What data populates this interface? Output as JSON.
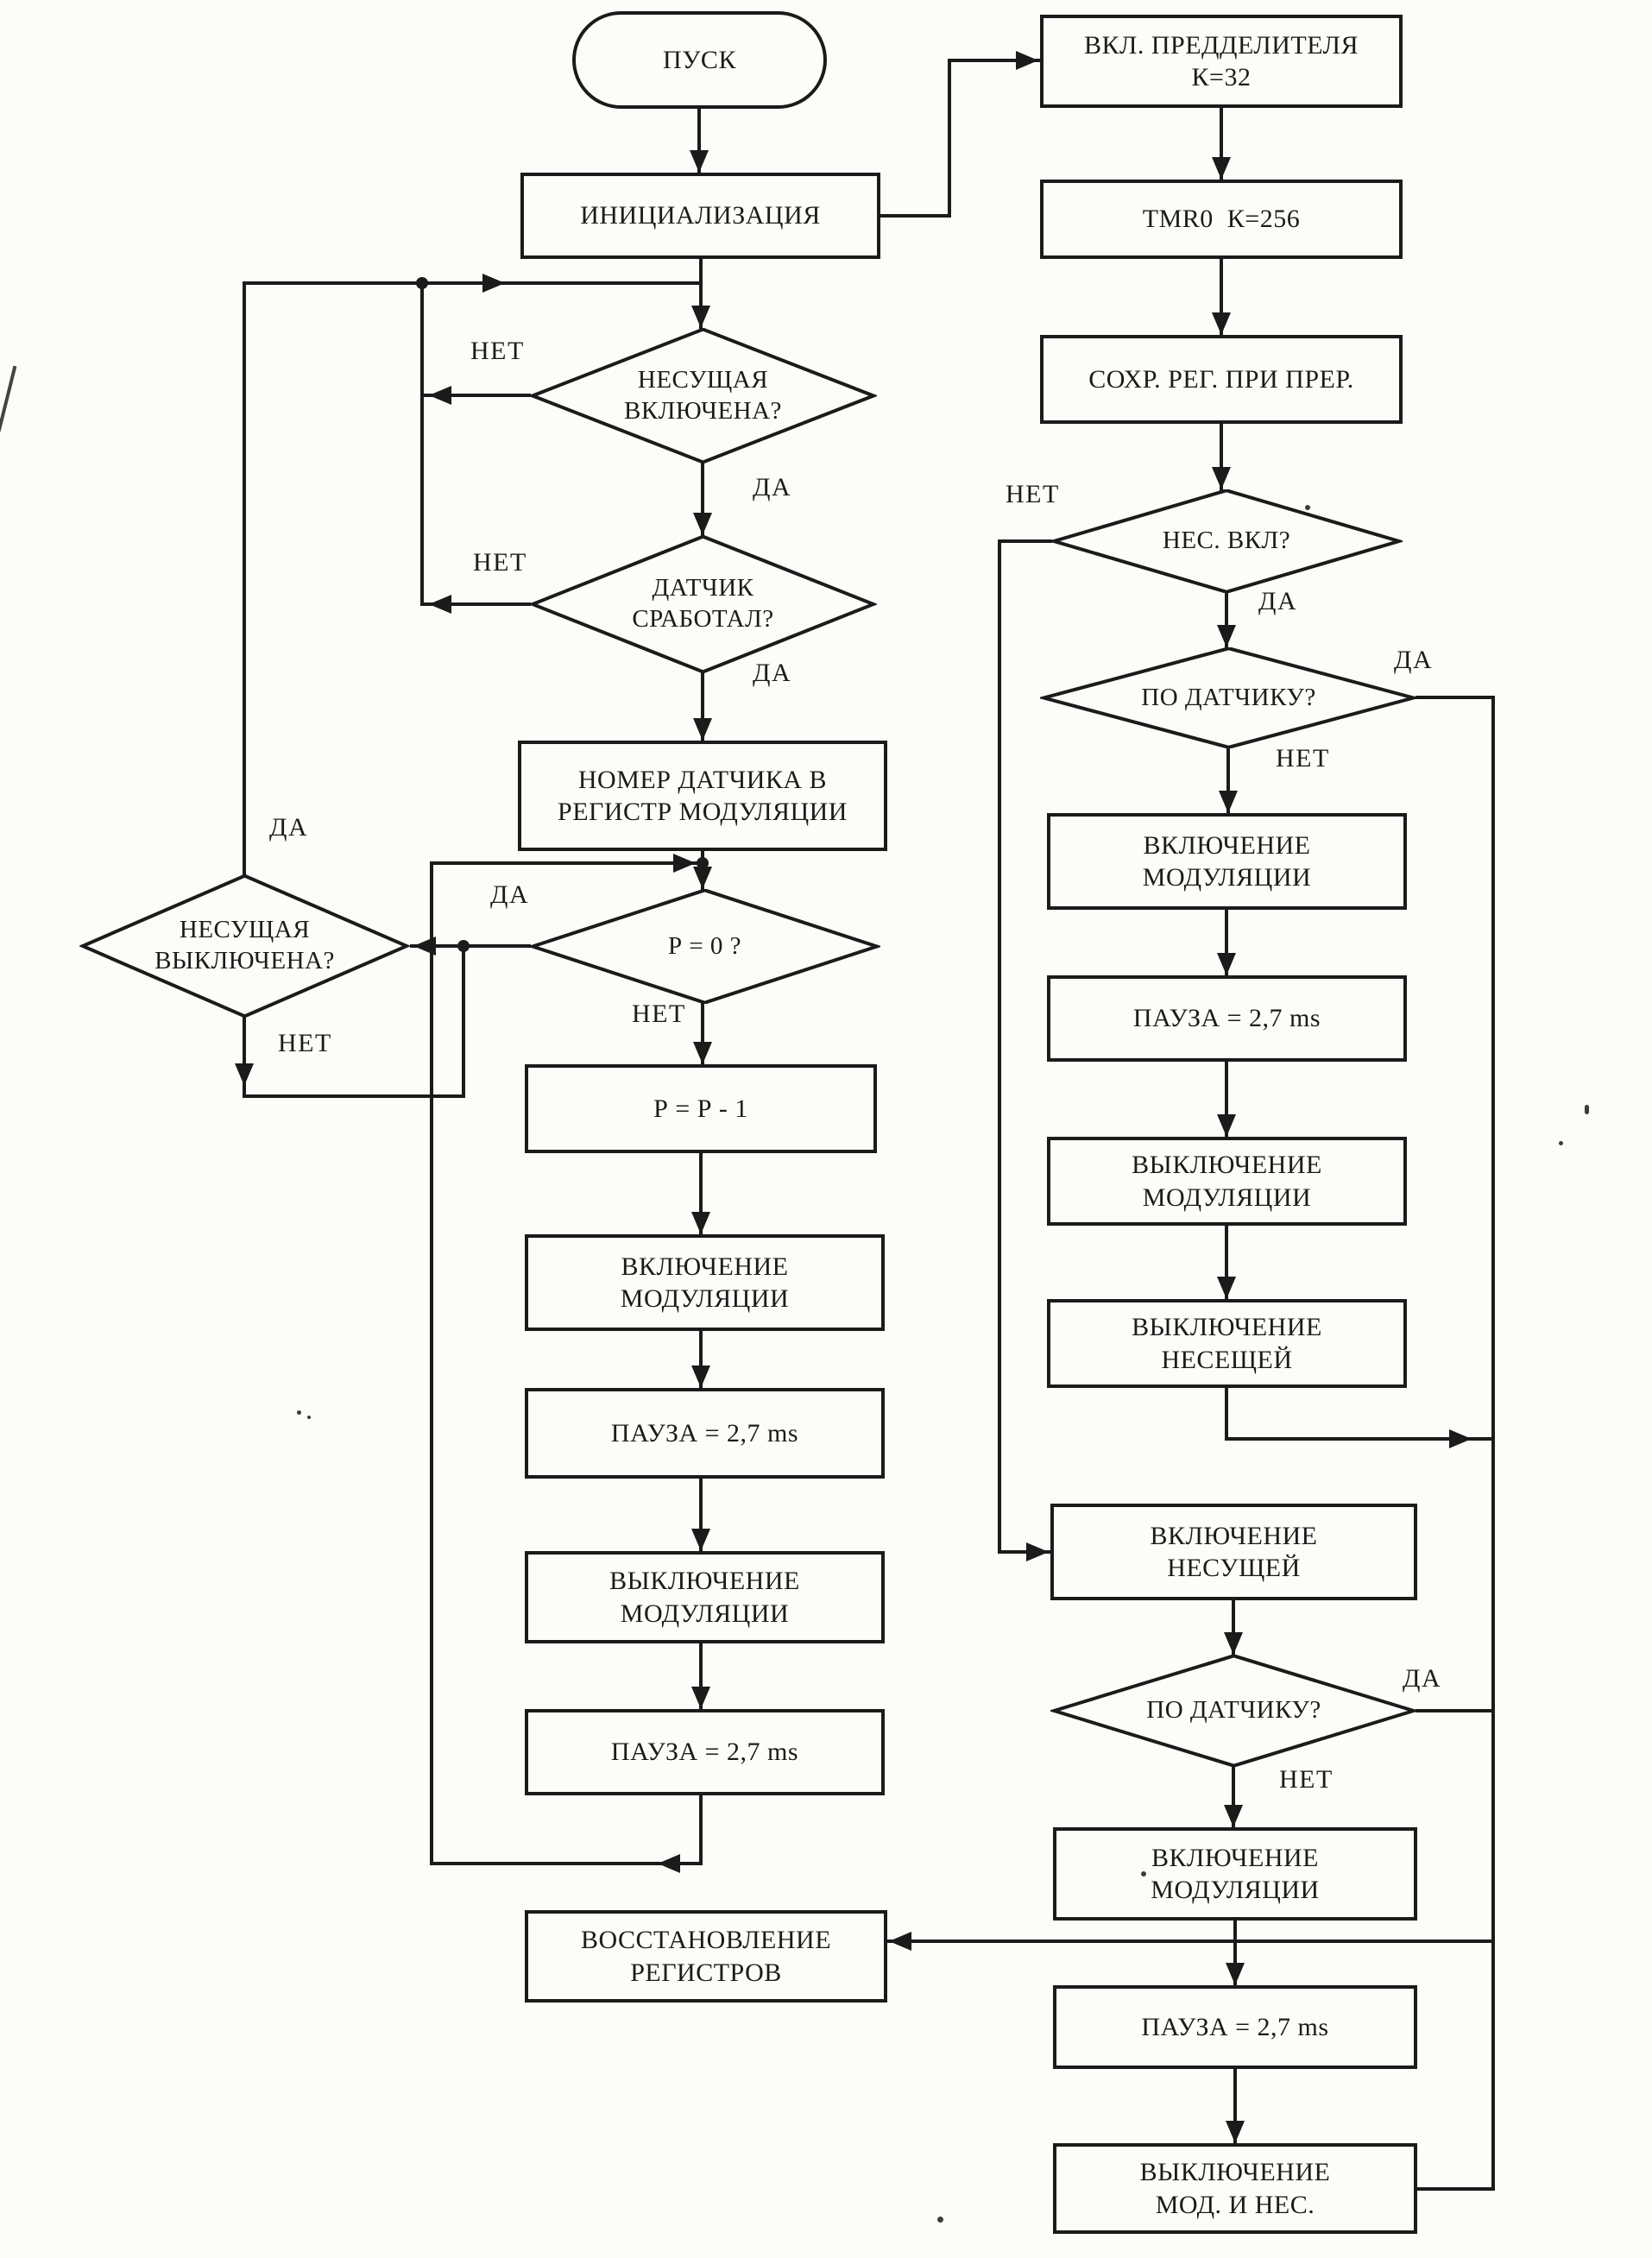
{
  "document": {
    "kind": "scanned flowchart page",
    "language": "ru"
  },
  "branch": {
    "yes": "ДА",
    "no": "НЕТ"
  },
  "nodes": {
    "start": {
      "label": "ПУСК"
    },
    "init": {
      "label": "ИНИЦИАЛИЗАЦИЯ"
    },
    "carrier_on_q": {
      "label": "НЕСУЩАЯ\nВКЛЮЧЕНА?"
    },
    "sensor_fired_q": {
      "label": "ДАТЧИК\nСРАБОТАЛ?"
    },
    "sensor_to_modreg": {
      "label": "НОМЕР ДАТЧИКА В\nРЕГИСТР МОДУЛЯЦИИ"
    },
    "p_eq_0_q": {
      "label": "Р = 0 ?"
    },
    "carrier_off_q": {
      "label": "НЕСУЩАЯ\nВЫКЛЮЧЕНА?"
    },
    "p_dec": {
      "label": "Р = Р - 1"
    },
    "mod_on_left": {
      "label": "ВКЛЮЧЕНИЕ\nМОДУЛЯЦИИ"
    },
    "pause_left_1": {
      "label": "ПАУЗА = 2,7 ms"
    },
    "mod_off_left": {
      "label": "ВЫКЛЮЧЕНИЕ\nМОДУЛЯЦИИ"
    },
    "pause_left_2": {
      "label": "ПАУЗА = 2,7 ms"
    },
    "restore_regs": {
      "label": "ВОССТАНОВЛЕНИЕ\nРЕГИСТРОВ"
    },
    "prescaler_on": {
      "label": "ВКЛ. ПРЕДДЕЛИТЕЛЯ\nК=32"
    },
    "tmr0": {
      "label": "TMR0  К=256"
    },
    "save_regs": {
      "label": "СОХР. РЕГ. ПРИ ПРЕР."
    },
    "carrier_on_q2": {
      "label": "НЕС. ВКЛ?"
    },
    "by_sensor_q1": {
      "label": "ПО ДАТЧИКУ?"
    },
    "mod_on_r1": {
      "label": "ВКЛЮЧЕНИЕ\nМОДУЛЯЦИИ"
    },
    "pause_r1": {
      "label": "ПАУЗА = 2,7 ms"
    },
    "mod_off_r": {
      "label": "ВЫКЛЮЧЕНИЕ\nМОДУЛЯЦИИ"
    },
    "carrier_off_r": {
      "label": "ВЫКЛЮЧЕНИЕ\nНЕСЕЩЕЙ"
    },
    "carrier_on_r": {
      "label": "ВКЛЮЧЕНИЕ\nНЕСУЩЕЙ"
    },
    "by_sensor_q2": {
      "label": "ПО ДАТЧИКУ?"
    },
    "mod_on_r2": {
      "label": "ВКЛЮЧЕНИЕ\nМОДУЛЯЦИИ"
    },
    "pause_r2": {
      "label": "ПАУЗА = 2,7 ms"
    },
    "mod_and_carrier_off": {
      "label": "ВЫКЛЮЧЕНИЕ\nМОД. И НЕС."
    }
  },
  "colors": {
    "ink": "#1b1b1b",
    "paper": "#fcfcf8"
  }
}
